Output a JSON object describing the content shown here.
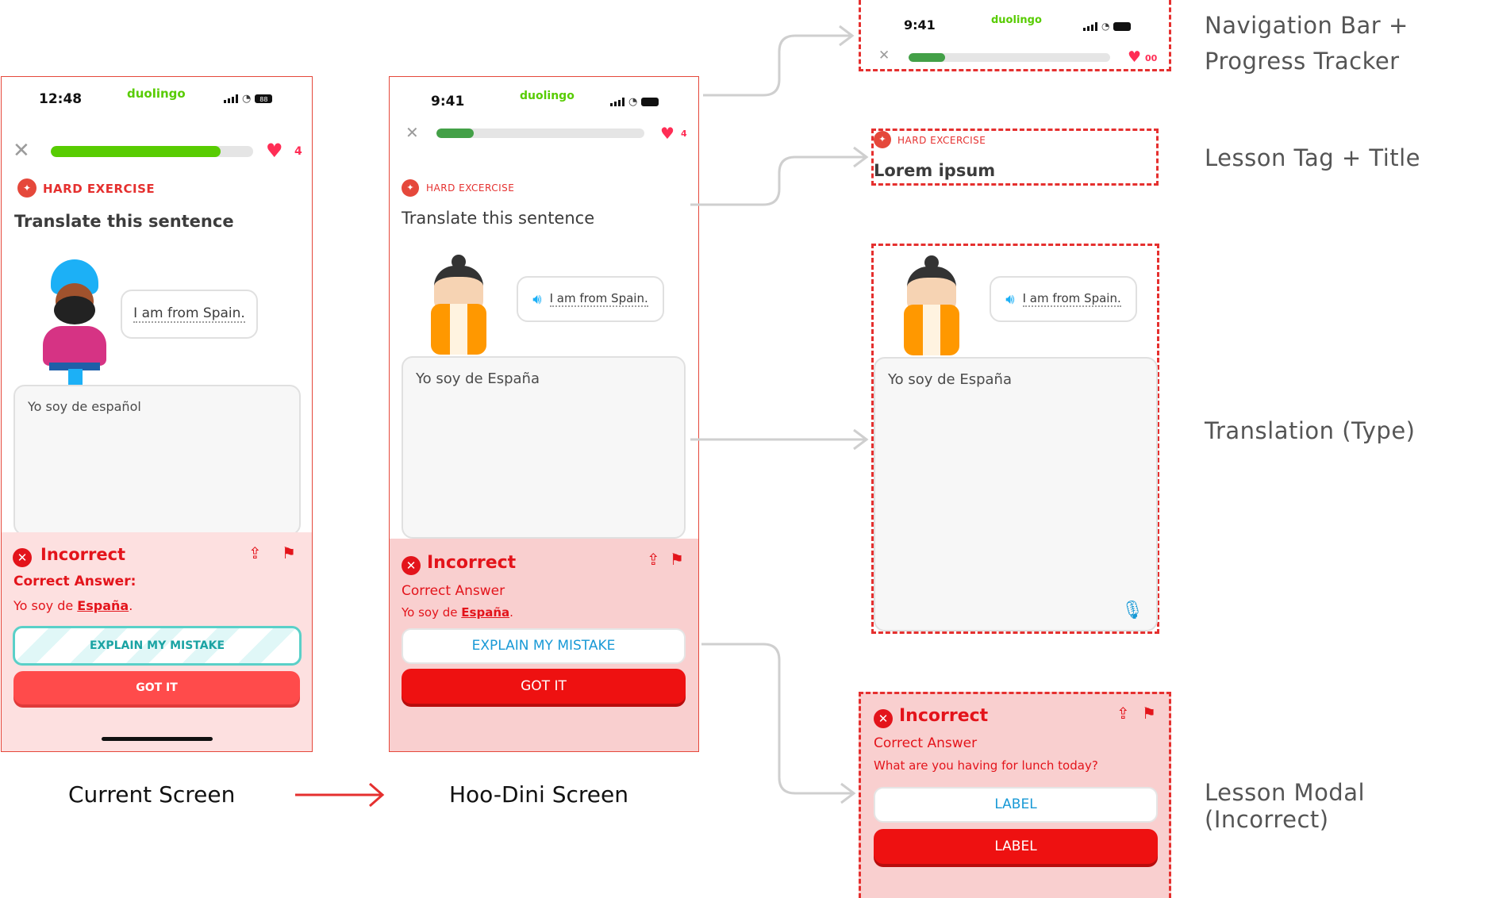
{
  "current_screen": {
    "caption": "Current Screen",
    "time": "12:48",
    "logo": "duolingo",
    "battery": "88",
    "hearts": "4",
    "progress": 0.84,
    "tag": "HARD EXERCISE",
    "title": "Translate this sentence",
    "bubble_text": "I am from Spain.",
    "input_value": "Yo soy de español",
    "modal": {
      "title": "Incorrect",
      "correct_label": "Correct Answer:",
      "answer_prefix": "Yo soy de ",
      "answer_highlight": "España",
      "answer_suffix": ".",
      "explain_button": "EXPLAIN MY MISTAKE",
      "got_it_button": "GOT IT"
    }
  },
  "arrow_color": "#e5302f",
  "hoodini_screen": {
    "caption": "Hoo-Dini Screen",
    "time": "9:41",
    "logo": "duolingo",
    "hearts": "4",
    "progress": 0.18,
    "tag": "HARD EXCERCISE",
    "title": "Translate this sentence",
    "bubble_text": "I am from Spain.",
    "input_value": "Yo soy de España",
    "modal": {
      "title": "Incorrect",
      "correct_label": "Correct Answer",
      "answer_prefix": "Yo soy de ",
      "answer_highlight": "España",
      "answer_suffix": ".",
      "explain_button": "EXPLAIN MY MISTAKE",
      "got_it_button": "GOT IT"
    }
  },
  "components": {
    "nav": {
      "label_line1": "Navigation Bar +",
      "label_line2": "Progress Tracker",
      "time": "9:41",
      "logo": "duolingo",
      "hearts": "00",
      "progress": 0.18
    },
    "lesson_tag": {
      "label": "Lesson Tag + Title",
      "tag": "HARD EXCERCISE",
      "title": "Lorem ipsum"
    },
    "translation": {
      "label": "Translation (Type)",
      "bubble_text": "I am from Spain.",
      "input_value": "Yo soy de España"
    },
    "lesson_modal": {
      "label": "Lesson Modal (Incorrect)",
      "title": "Incorrect",
      "correct_label": "Correct Answer",
      "answer": "What are you having for lunch today?",
      "button_secondary": "LABEL",
      "button_primary": "LABEL"
    }
  },
  "colors": {
    "brand_green": "#58cc02",
    "error_red": "#e3141b",
    "modal_bg": "#f9cfcf",
    "link_blue": "#1899d6"
  }
}
